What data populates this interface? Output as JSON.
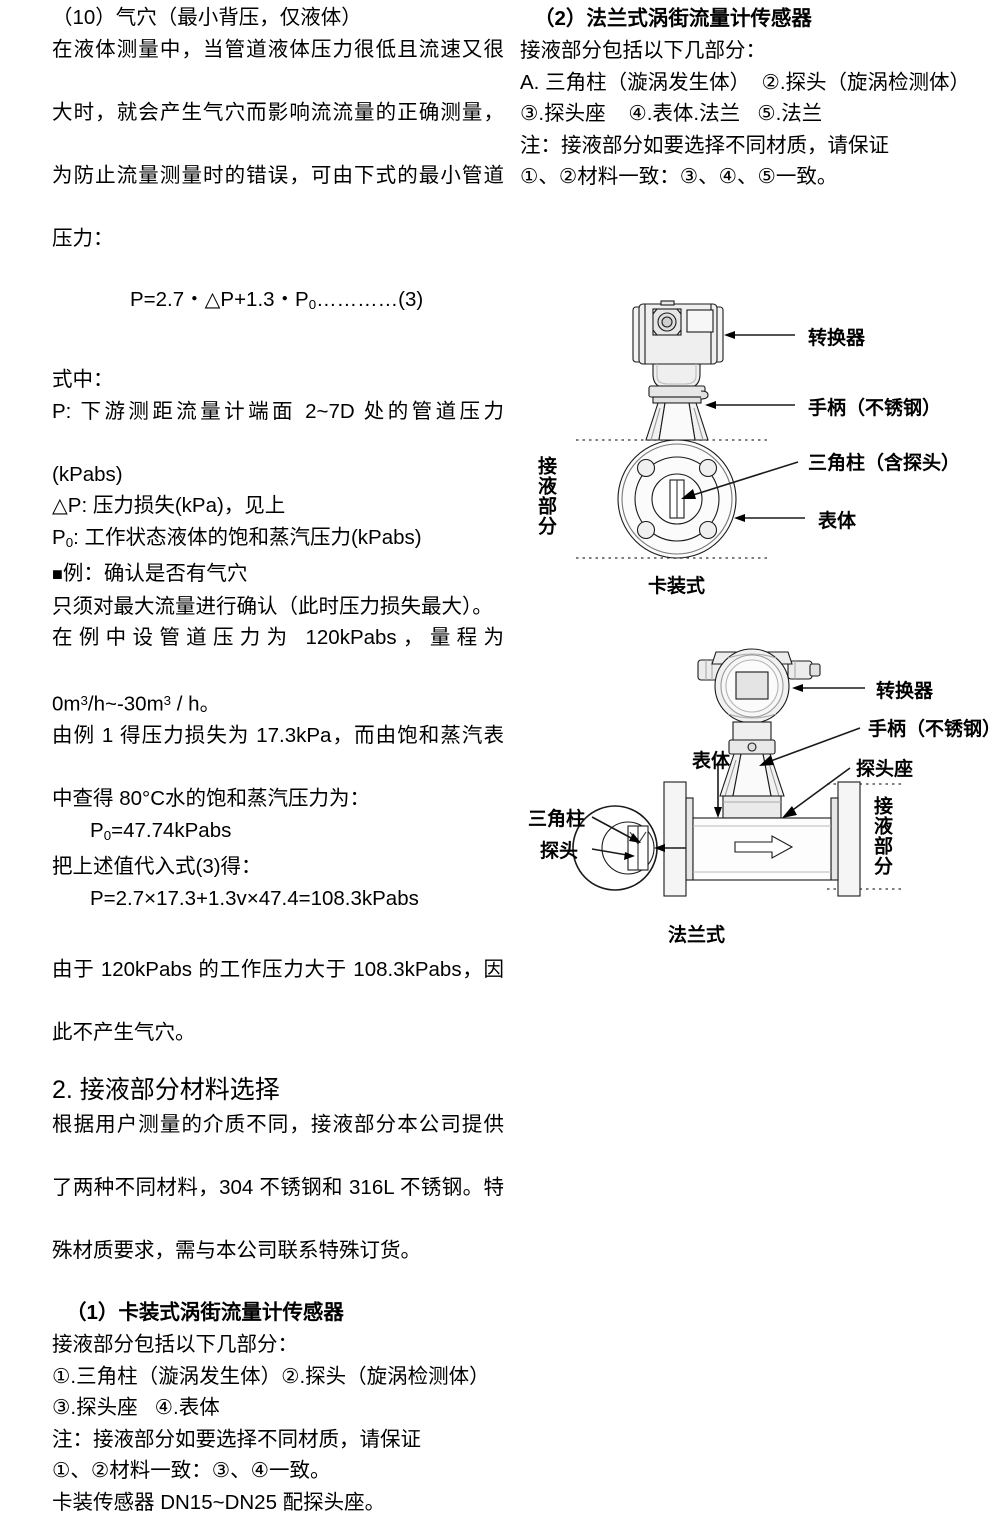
{
  "document": {
    "language": "zh-CN",
    "page_type": "technical-manual-page"
  },
  "left_column": {
    "section_10_title": "（10）气穴（最小背压，仅液体）",
    "para_1_line_1": "在液体测量中，当管道液体压力很低且流速又很",
    "para_1_line_2": "大时，就会产生气穴而影响流流量的正确测量，",
    "para_1_line_3": "为防止流量测量时的错误，可由下式的最小管道",
    "para_1_line_4": "压力：",
    "formula_3": "P=2.7・△P+1.3・P",
    "formula_3_sub": "0",
    "formula_3_tail": "…………(3)",
    "where_label": "式中：",
    "def_P_line1": "P: 下游测距流量计端面 2~7D 处的管道压力",
    "def_P_line2": "(kPabs)",
    "def_dP": "△P: 压力损失(kPa)，见上",
    "def_P0_head": "P",
    "def_P0_sub": "0",
    "def_P0_tail": ": 工作状态液体的饱和蒸汽压力(kPabs)",
    "example_marker": "■",
    "example_title": "例：确认是否有气穴",
    "example_line1": "只须对最大流量进行确认（此时压力损失最大）。",
    "example_line2": "在例中设管道压力为 120kPabs，量程为",
    "example_line3_pre": "0m",
    "example_line3_sup1": "3",
    "example_line3_mid": "/h~-30m",
    "example_line3_sup2": "3",
    "example_line3_tail": " / h。",
    "example_line4": "由例 1 得压力损失为 17.3kPa，而由饱和蒸汽表",
    "example_line5": "中查得 80°C水的饱和蒸汽压力为：",
    "value_P0_head": "P",
    "value_P0_sub": "0",
    "value_P0_tail": "=47.74kPabs",
    "substitute_label": "把上述值代入式(3)得：",
    "substitute_result": "P=2.7×17.3+1.3v×47.4=108.3kPabs",
    "conclusion_line1": "由于 120kPabs 的工作压力大于 108.3kPabs，因",
    "conclusion_line2": "此不产生气穴。",
    "section_2_heading": "2. 接液部分材料选择",
    "section_2_line1": "根据用户测量的介质不同，接液部分本公司提供",
    "section_2_line2": "了两种不同材料，304 不锈钢和 316L 不锈钢。特",
    "section_2_line3": "殊材质要求，需与本公司联系特殊订货。",
    "sub1_heading": "（1）卡装式涡街流量计传感器",
    "sub1_line1": "接液部分包括以下几部分：",
    "sub1_line2": "①.三角柱（漩涡发生体）②.探头（旋涡检测体）",
    "sub1_line3": "③.探头座   ④.表体",
    "sub1_line4": "注：接液部分如要选择不同材质，请保证",
    "sub1_line5": "①、②材料一致：③、④一致。",
    "sub1_line6": "卡装传感器 DN15~DN25 配探头座。"
  },
  "right_column": {
    "sub2_heading": "（2）法兰式涡街流量计传感器",
    "sub2_line1": "接液部分包括以下几部分：",
    "sub2_line2": "A. 三角柱（漩涡发生体）  ②.探头（旋涡检测体）",
    "sub2_line3": "③.探头座    ④.表体.法兰   ⑤.法兰",
    "sub2_line4": "注：接液部分如要选择不同材质，请保证",
    "sub2_line5": "①、②材料一致：③、④、⑤一致。"
  },
  "figures": {
    "wafer": {
      "caption": "卡装式",
      "callouts": {
        "converter": "转换器",
        "handle": "手柄（不锈钢）",
        "triangle_probe": "三角柱（含探头）",
        "body": "表体"
      },
      "vertical_label": "接液部分"
    },
    "flange": {
      "caption": "法兰式",
      "callouts": {
        "converter": "转换器",
        "handle": "手柄（不锈钢）",
        "probe_seat": "探头座",
        "body": "表体",
        "triangle": "三角柱",
        "probe": "探头"
      },
      "vertical_label": "接液部分"
    }
  },
  "colors": {
    "text": "#000000",
    "background": "#ffffff",
    "line_stroke": "#1a1a1a",
    "fill_light": "#f2f2f2",
    "fill_mid": "#d9d9d9"
  }
}
